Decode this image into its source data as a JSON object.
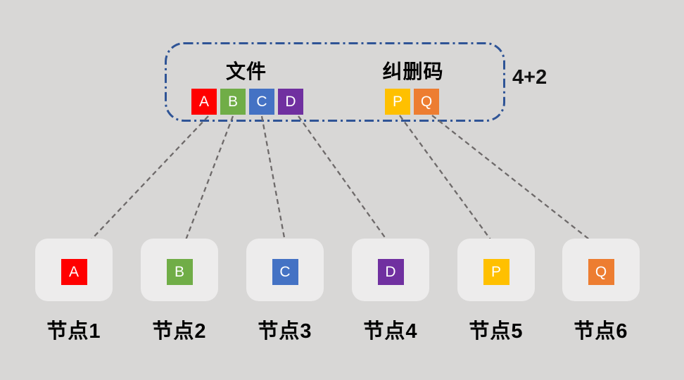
{
  "diagram": {
    "file_label": "文件",
    "erasure_label": "纠删码",
    "scheme_label": "4+2"
  },
  "data_blocks": [
    {
      "id": "A",
      "color": "#FF0000"
    },
    {
      "id": "B",
      "color": "#70AD47"
    },
    {
      "id": "C",
      "color": "#4472C4"
    },
    {
      "id": "D",
      "color": "#7030A0"
    }
  ],
  "parity_blocks": [
    {
      "id": "P",
      "color": "#FFC000"
    },
    {
      "id": "Q",
      "color": "#ED7D31"
    }
  ],
  "nodes": [
    {
      "label": "节点1",
      "block": "A",
      "color": "#FF0000"
    },
    {
      "label": "节点2",
      "block": "B",
      "color": "#70AD47"
    },
    {
      "label": "节点3",
      "block": "C",
      "color": "#4472C4"
    },
    {
      "label": "节点4",
      "block": "D",
      "color": "#7030A0"
    },
    {
      "label": "节点5",
      "block": "P",
      "color": "#FFC000"
    },
    {
      "label": "节点6",
      "block": "Q",
      "color": "#ED7D31"
    }
  ],
  "colors": {
    "background": "#D8D7D6",
    "node_card": "#EDECEC",
    "box_border": "#2F5496",
    "arrow": "#6E6A6A",
    "block_letter": "#FFFFFF",
    "text": "#000000"
  }
}
